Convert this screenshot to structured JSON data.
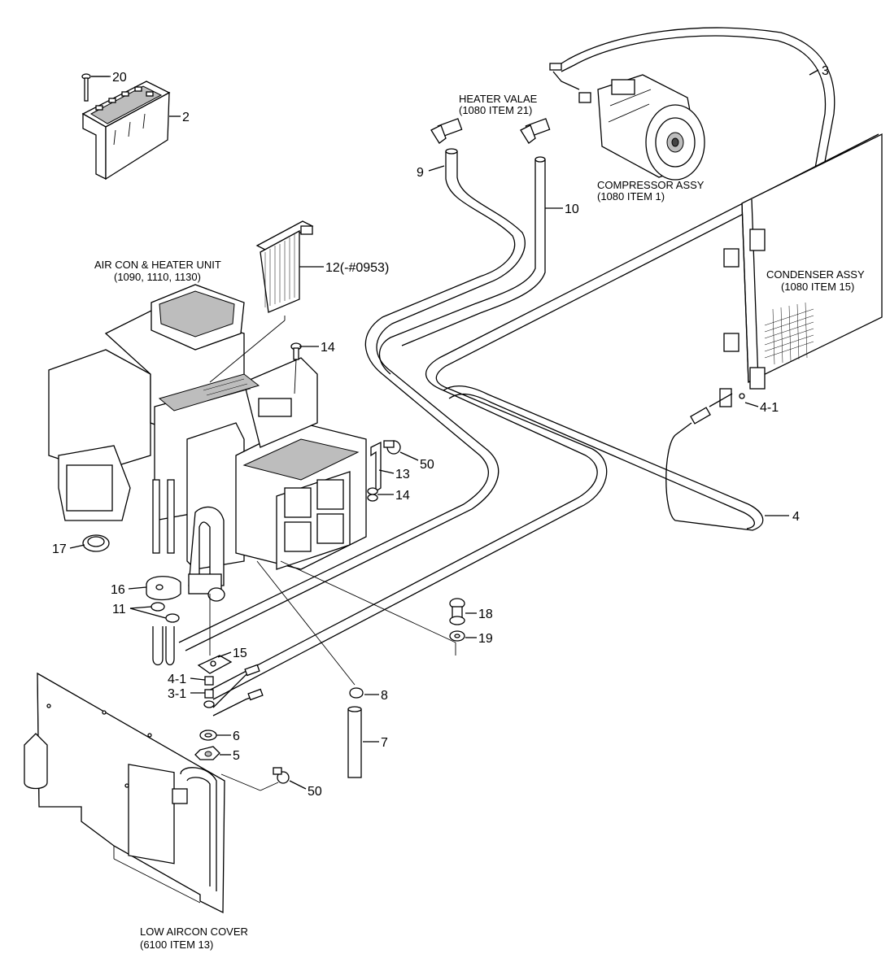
{
  "callouts": {
    "c20": "20",
    "c2": "2",
    "c3": "3",
    "c9": "9",
    "c10": "10",
    "c12": "12(-#0953)",
    "c14a": "14",
    "c13": "13",
    "c50a": "50",
    "c14b": "14",
    "c4_1a": "4-1",
    "c4": "4",
    "c17": "17",
    "c16": "16",
    "c11": "11",
    "c18": "18",
    "c19": "19",
    "c15": "15",
    "c4_1b": "4-1",
    "c3_1": "3-1",
    "c8": "8",
    "c6": "6",
    "c7": "7",
    "c5": "5",
    "c50b": "50"
  },
  "captions": {
    "heater_valve_1": "HEATER VALAE",
    "heater_valve_2": "(1080 ITEM 21)",
    "compressor_1": "COMPRESSOR ASSY",
    "compressor_2": "(1080 ITEM 1)",
    "aircon_unit_1": "AIR CON & HEATER UNIT",
    "aircon_unit_2": "(1090, 1110, 1130)",
    "condenser_1": "CONDENSER ASSY",
    "condenser_2": "(1080 ITEM 15)",
    "cover_1": "LOW AIRCON COVER",
    "cover_2": "(6100 ITEM 13)"
  }
}
